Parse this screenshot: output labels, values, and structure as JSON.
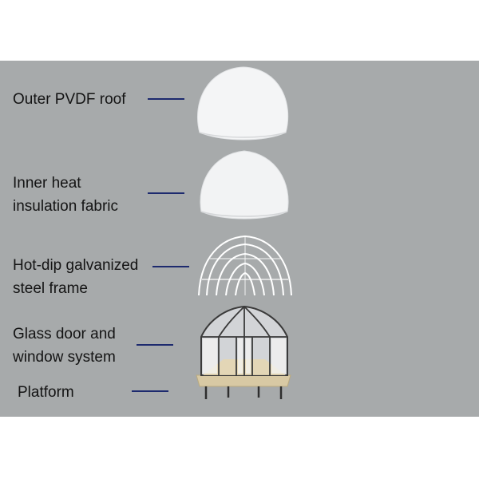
{
  "colors": {
    "background_panel": "#a7aaab",
    "leader_line": "#1d2a6e",
    "membrane": "#f4f5f6",
    "frame": "#3a3a3a",
    "platform_wood": "#d8c9a4"
  },
  "layers": [
    {
      "id": "outer-roof",
      "lines": [
        "Outer PVDF roof"
      ]
    },
    {
      "id": "inner-fabric",
      "lines": [
        "Inner heat",
        "insulation fabric"
      ]
    },
    {
      "id": "steel-frame",
      "lines": [
        "Hot-dip galvanized",
        "steel frame"
      ]
    },
    {
      "id": "glass-system",
      "lines": [
        "Glass door and",
        "window system"
      ]
    },
    {
      "id": "platform",
      "lines": [
        "Platform"
      ]
    }
  ]
}
